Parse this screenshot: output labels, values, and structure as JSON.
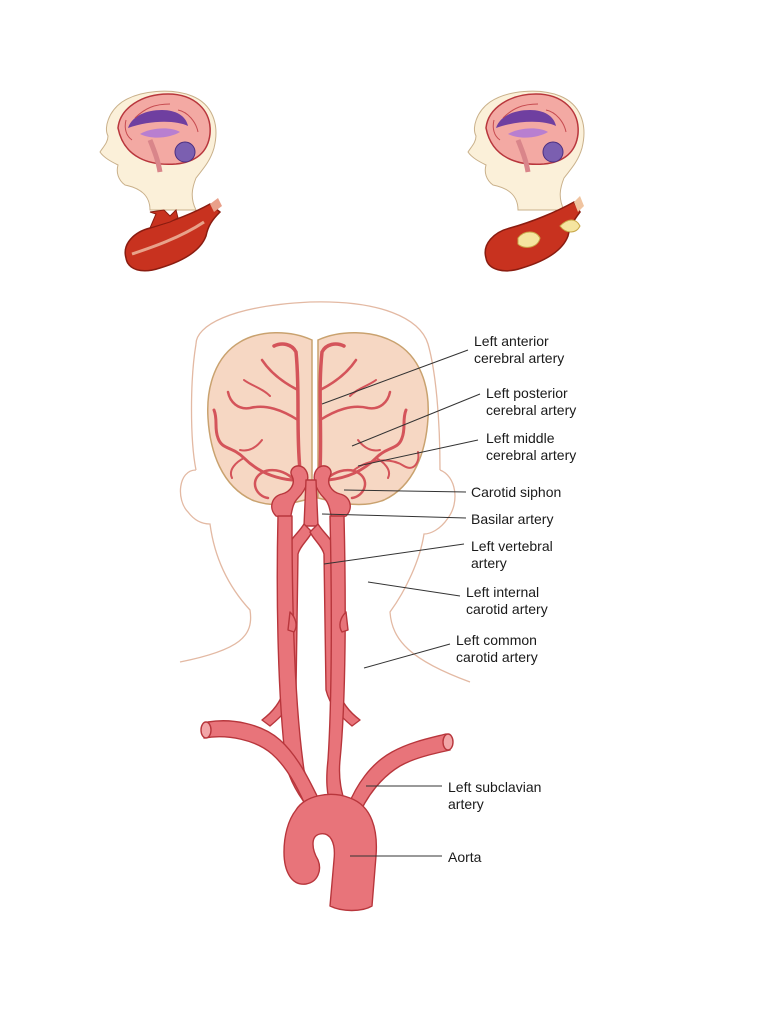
{
  "colors": {
    "artery_fill": "#e8747a",
    "artery_stroke": "#b8363c",
    "brain_fill": "#f6d7c3",
    "brain_outline": "#c9a26f",
    "head_outline": "#e3b9a3",
    "skin": "#fbf0d9",
    "label_line": "#333333"
  },
  "top_figures": [
    {
      "name": "healthy-artery",
      "icon": "brain-with-open-artery"
    },
    {
      "name": "blocked-artery",
      "icon": "brain-with-plaque-artery"
    }
  ],
  "labels": {
    "left_anterior_cerebral": [
      "Left anterior",
      "cerebral artery"
    ],
    "left_posterior_cerebral": [
      "Left posterior",
      "cerebral artery"
    ],
    "left_middle_cerebral": [
      "Left middle",
      "cerebral artery"
    ],
    "carotid_siphon": [
      "Carotid siphon"
    ],
    "basilar": [
      "Basilar artery"
    ],
    "left_vertebral": [
      "Left vertebral",
      "artery"
    ],
    "left_internal_carotid": [
      "Left internal",
      "carotid artery"
    ],
    "left_common_carotid": [
      "Left common",
      "carotid artery"
    ],
    "left_subclavian": [
      "Left subclavian",
      "artery"
    ],
    "aorta": [
      "Aorta"
    ]
  }
}
